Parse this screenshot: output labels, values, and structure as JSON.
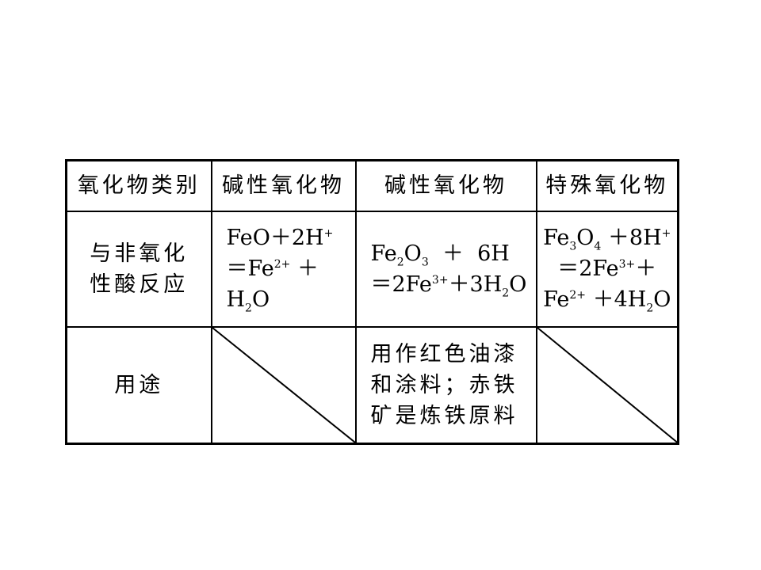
{
  "table": {
    "headers": [
      "氧化物类别",
      "碱性氧化物",
      "碱性氧化物",
      "特殊氧化物"
    ],
    "row_acid": {
      "label_line1": "与非氧化",
      "label_line2": "性酸反应",
      "feo": {
        "l1_a": "FeO＋2H",
        "l1_sup": "+",
        "l2_a": "＝Fe",
        "l2_sup": "2+",
        "l2_b": " ＋",
        "l3_a": "H",
        "l3_sub": "2",
        "l3_b": "O"
      },
      "fe2o3": {
        "l1_a": "Fe",
        "l1_sub1": "2",
        "l1_b": "O",
        "l1_sub2": "3",
        "l1_c": "  ＋  6H",
        "l2_a": "＝2Fe",
        "l2_sup": "3+",
        "l2_b": "＋3H",
        "l2_sub": "2",
        "l2_c": "O"
      },
      "fe3o4": {
        "l1_a": "Fe",
        "l1_sub1": "3",
        "l1_b": "O",
        "l1_sub2": "4",
        "l1_c": " ＋8H",
        "l1_sup": "+",
        "l2_a": "＝2Fe",
        "l2_sup": "3+",
        "l2_b": "＋",
        "l3_a": "Fe",
        "l3_sup": "2+",
        "l3_b": " ＋4H",
        "l3_sub": "2",
        "l3_c": "O"
      }
    },
    "row_use": {
      "label": "用途",
      "fe2o3_line1": "用作红色油漆",
      "fe2o3_line2": "和涂料；赤铁",
      "fe2o3_line3": "矿是炼铁原料"
    }
  }
}
